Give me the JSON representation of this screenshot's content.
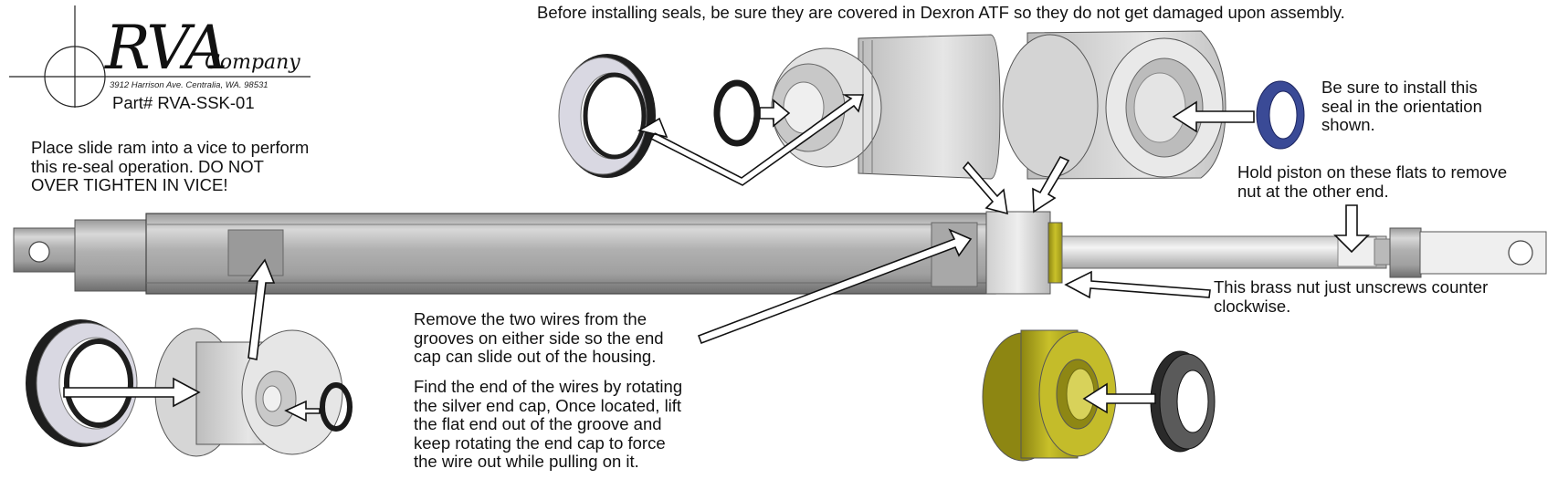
{
  "logo": {
    "brand": "RVA",
    "company": "Company",
    "address": "3912 Harrison Ave. Centralia, WA. 98531",
    "part_number": "Part# RVA-SSK-01"
  },
  "notes": {
    "top_seal_note": "Before installing seals, be sure they are covered in Dexron ATF so they do not get damaged upon assembly.",
    "vice_note": [
      "Place slide ram into a vice to perform",
      "this re-seal operation. DO NOT",
      "OVER TIGHTEN IN VICE!"
    ],
    "orientation_note": [
      "Be sure to install this",
      "seal in the orientation",
      "shown."
    ],
    "flats_note": [
      "Hold piston on these flats to remove",
      "nut at the other end."
    ],
    "brass_nut_note": [
      "This brass nut just unscrews counter",
      "clockwise."
    ],
    "wires_note": [
      "Remove the two wires from the",
      "grooves on either side so the end",
      "cap can slide out of the housing."
    ],
    "rotate_note": [
      "Find the end of the wires by rotating",
      "the silver end cap, Once located, lift",
      "the flat end out of the groove and",
      "keep rotating the end cap to force",
      "the wire out while pulling on it."
    ]
  },
  "colors": {
    "steel_light": "#e4e4e4",
    "steel_mid": "#bdbdbd",
    "steel_dark": "#8a8a8a",
    "brass": "#b5ad1a",
    "seal_blue": "#3a4a96",
    "seal_black": "#2a2a2a"
  }
}
